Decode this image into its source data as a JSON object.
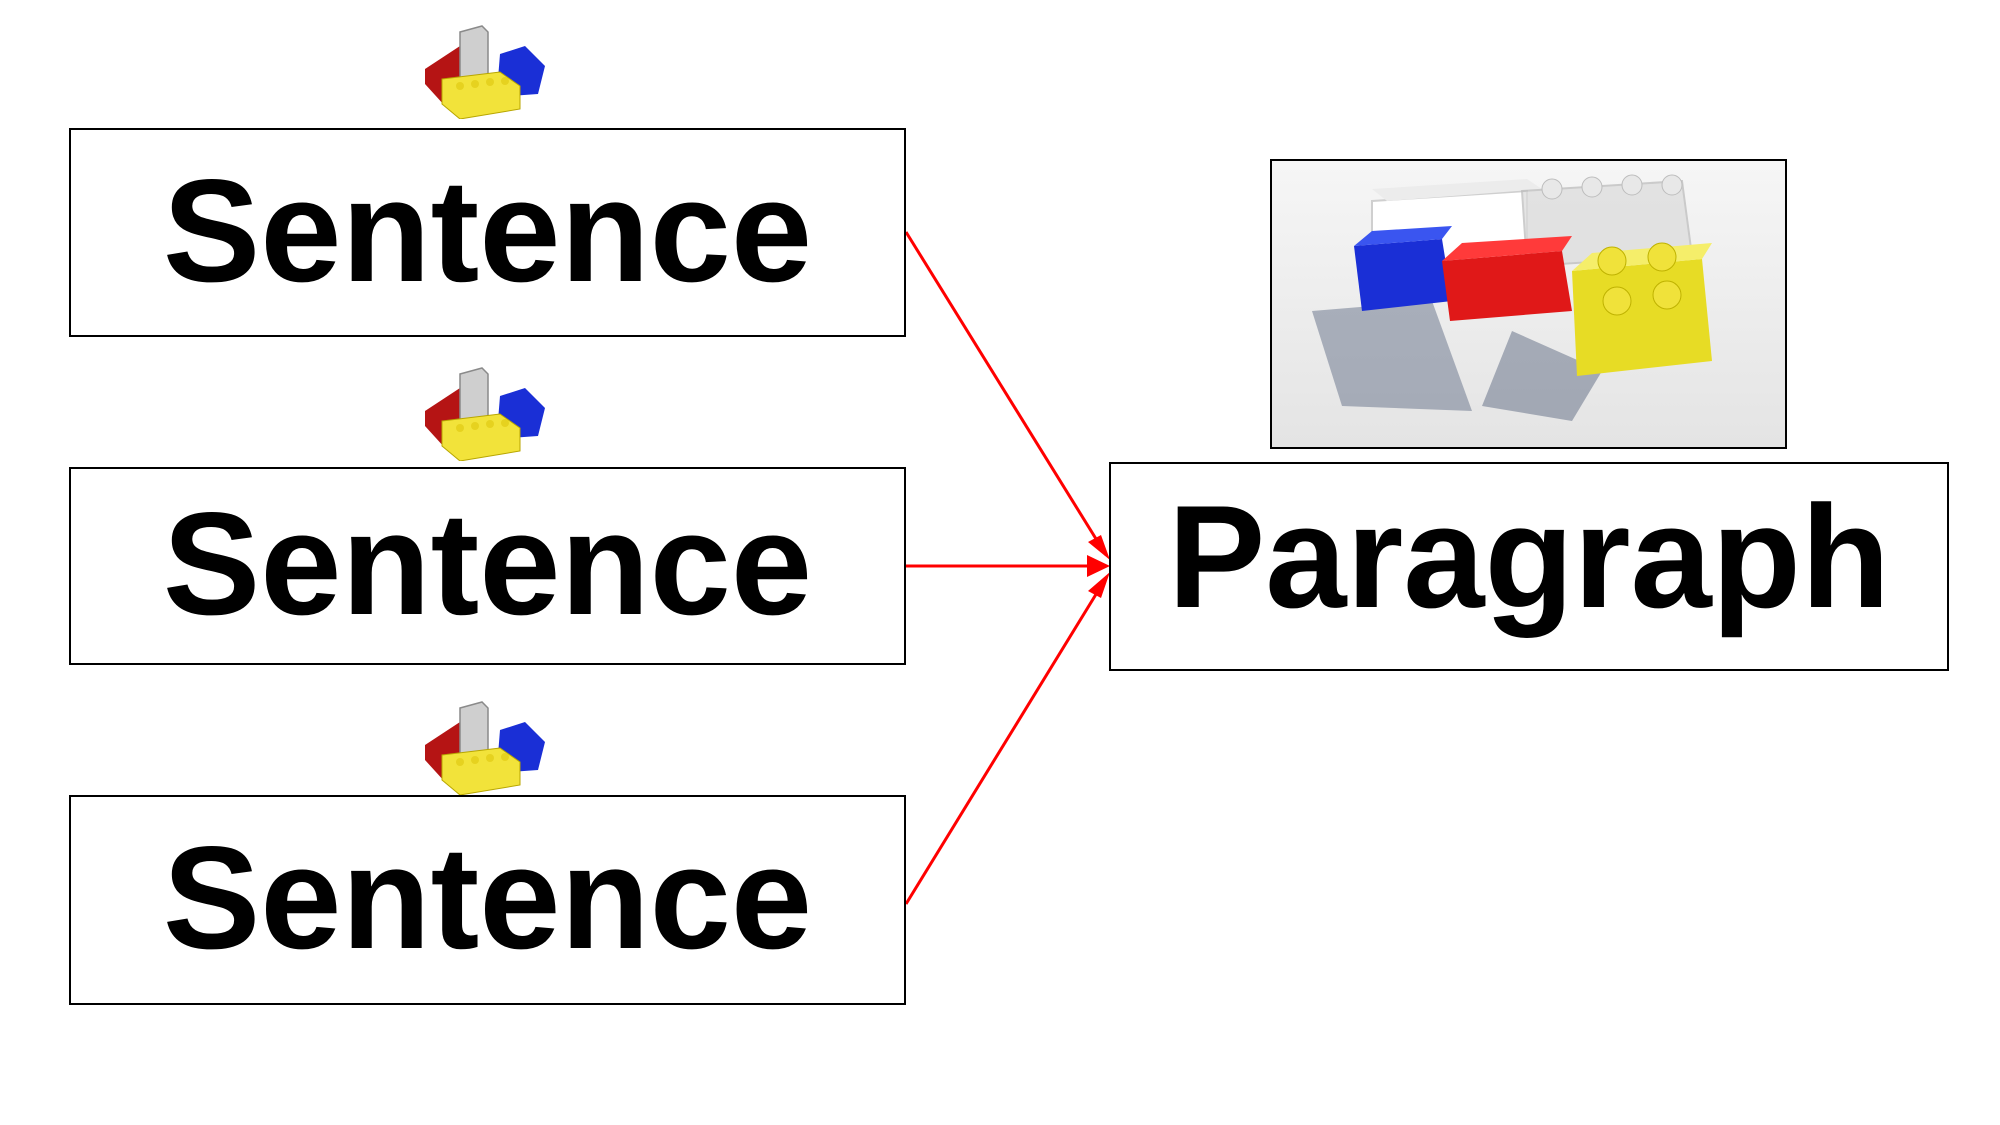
{
  "diagram": {
    "sentences": [
      {
        "label": "Sentence"
      },
      {
        "label": "Sentence"
      },
      {
        "label": "Sentence"
      }
    ],
    "target": {
      "label": "Paragraph"
    },
    "colors": {
      "arrow": "#ff0000",
      "border": "#000000",
      "brick_red": "#d11a1a",
      "brick_yellow": "#f2e33a",
      "brick_blue": "#1a2fd6"
    },
    "icons": {
      "sentence_icon": "lego-bricks-icon",
      "paragraph_image": "lego-bricks-photo"
    }
  }
}
